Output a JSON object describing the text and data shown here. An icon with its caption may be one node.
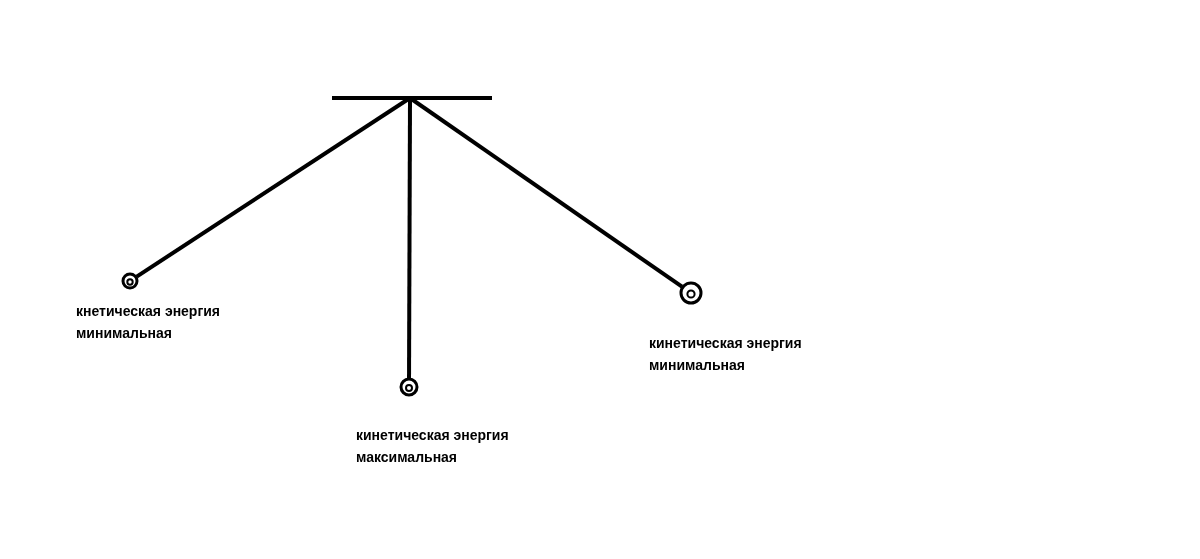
{
  "diagram": {
    "nodes": [
      {
        "text": [],
        "shape": "bar"
      },
      {
        "text": [],
        "shape": "circle",
        "beside": [
          "кнетическая энергия минимальная"
        ]
      },
      {
        "text": [],
        "shape": "circle",
        "beside": [
          "кинетическая энергия максимальная"
        ]
      },
      {
        "text": [],
        "shape": "circle",
        "beside": [
          "кинетическая энергия минимальная"
        ]
      }
    ],
    "edges": [
      {
        "from": 0,
        "to": 1,
        "arrow": "none"
      },
      {
        "from": 0,
        "to": 2,
        "arrow": "none"
      },
      {
        "from": 0,
        "to": 3,
        "arrow": "none"
      }
    ]
  }
}
